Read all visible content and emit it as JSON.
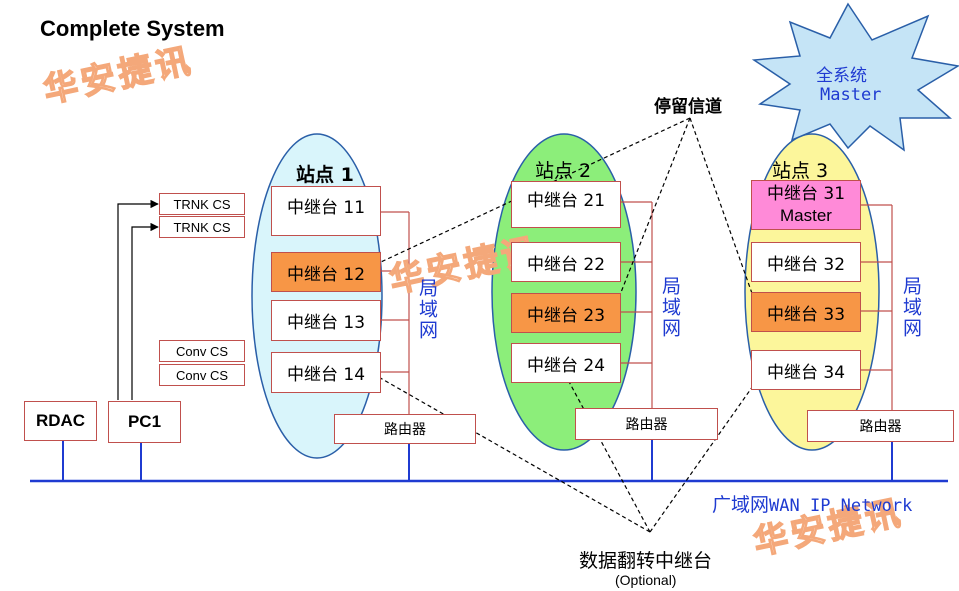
{
  "title": "Complete System",
  "watermark": "华安捷讯",
  "master_badge": {
    "line1": "全系统",
    "line2": "Master"
  },
  "dwell_label": "停留信道",
  "wan_label": {
    "cn": "广域网",
    "en": "WAN IP Network"
  },
  "flip_label": {
    "main": "数据翻转中继台",
    "sub": "(Optional)"
  },
  "lan_label": "局域网",
  "router_label": "路由器",
  "control_servers": [
    "TRNK CS",
    "TRNK CS",
    "Conv CS",
    "Conv CS"
  ],
  "nodes": [
    "RDAC",
    "PC1"
  ],
  "sites": [
    {
      "title": "站点 1",
      "repeaters": [
        "中继台 11",
        "中继台 12",
        "中继台 13",
        "中继台 14"
      ]
    },
    {
      "title": "站点 2",
      "repeaters": [
        "中继台 21",
        "中继台 22",
        "中继台 23",
        "中继台 24"
      ]
    },
    {
      "title": "站点 3",
      "repeaters": [
        "中继台 31",
        "中继台 32",
        "中继台 33",
        "中继台 34"
      ],
      "master_note": "Master"
    }
  ],
  "colors": {
    "site1_fill": "#d9f5fb",
    "site2_fill": "#8cee7a",
    "site3_fill": "#fcf69b",
    "dwell_repeater": "#f79646",
    "master_repeater": "#ff8ad8",
    "master_star": "#c5e4f6",
    "wan_line": "#1f3bd1",
    "box_border": "#c0504d"
  }
}
